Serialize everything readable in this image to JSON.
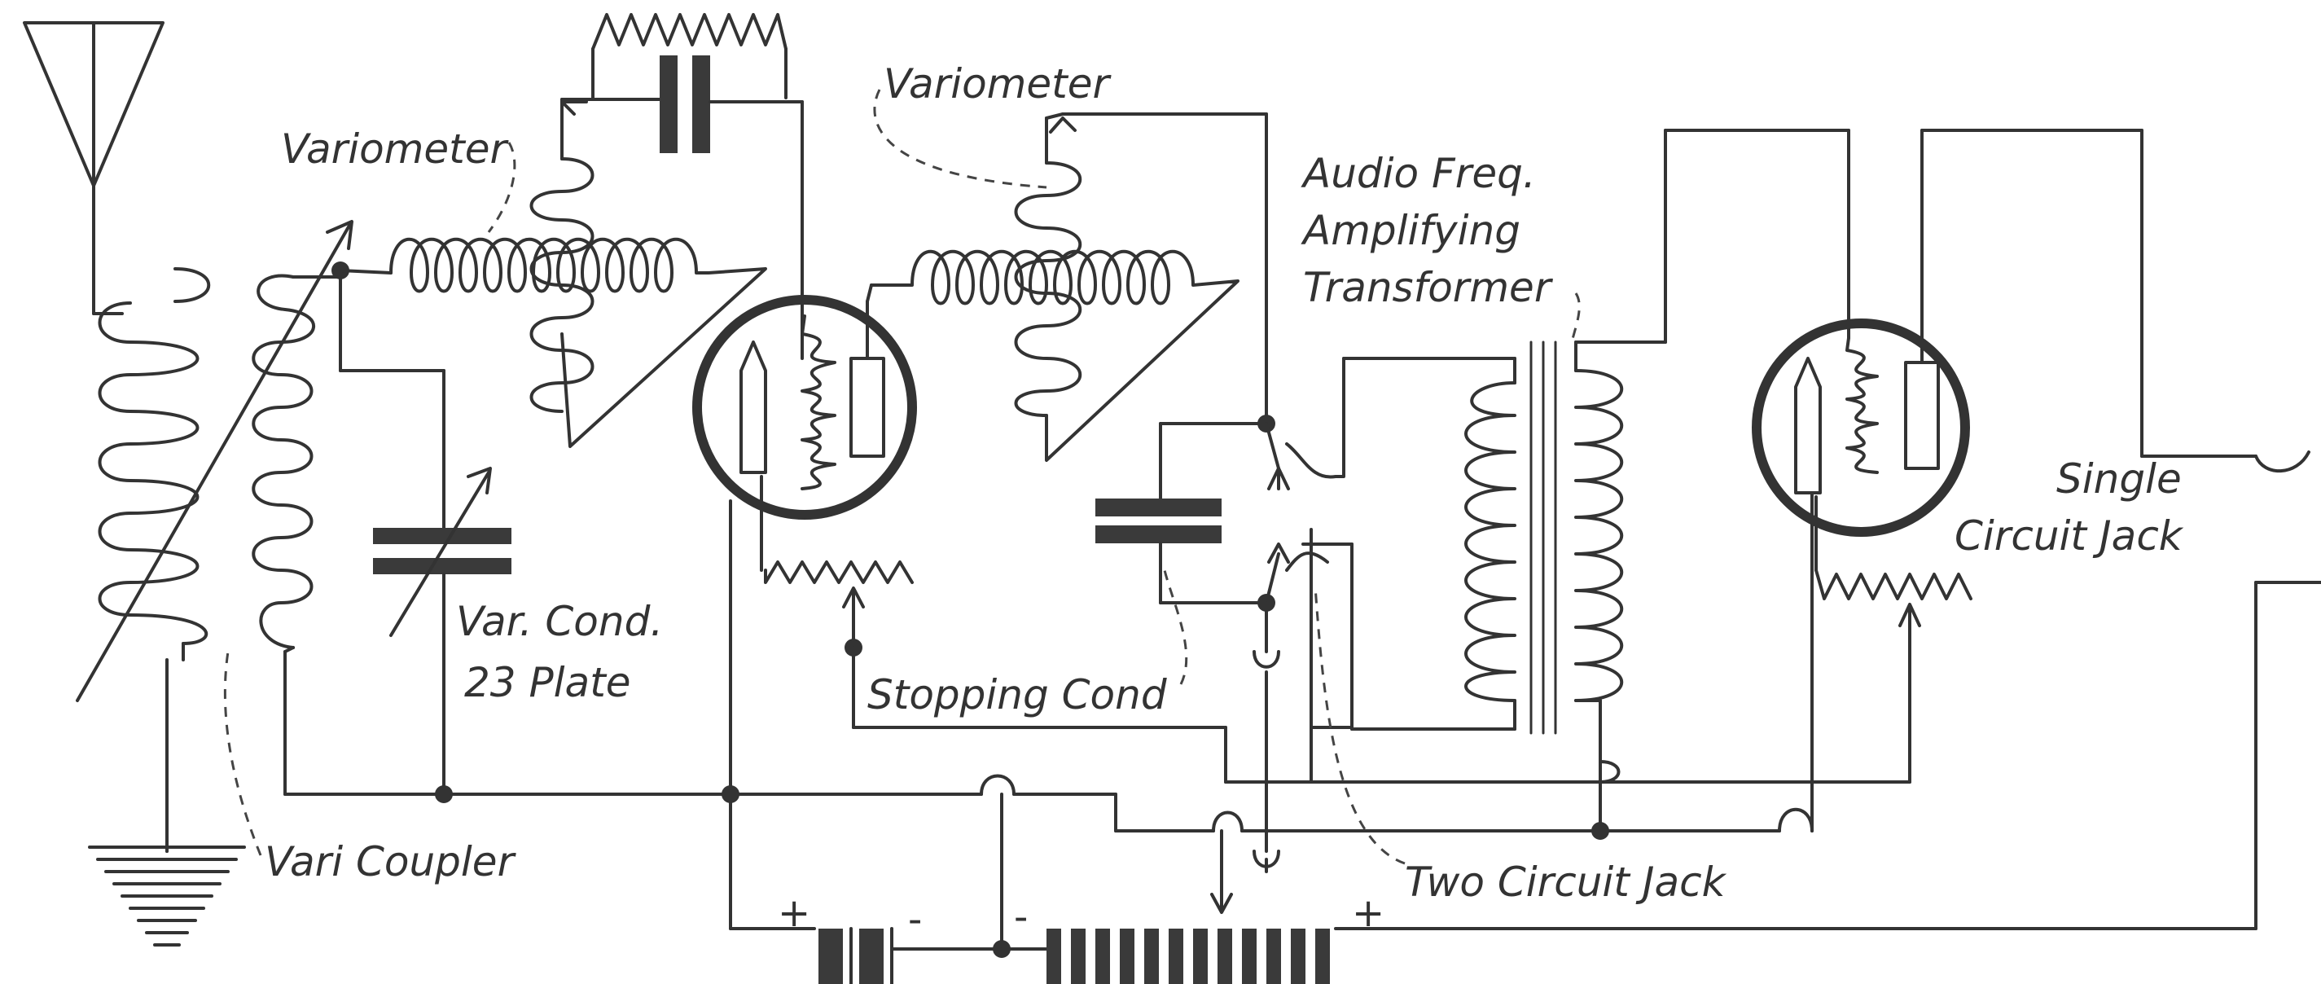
{
  "labels": {
    "variometer_1": "Variometer",
    "variometer_2": "Variometer",
    "audio_line1": "Audio Freq.",
    "audio_line2": "Amplifying",
    "audio_line3": "Transformer",
    "var_cond_line1": "Var. Cond.",
    "var_cond_line2": "23 Plate",
    "stopping_cond": "Stopping Cond",
    "single_jack_line1": "Single",
    "single_jack_line2": "Circuit Jack",
    "two_circuit_jack": "Two Circuit Jack",
    "vari_coupler": "Vari Coupler"
  },
  "battery_signs": {
    "a_plus": "+",
    "a_minus": "-",
    "b_minus": "-",
    "b_plus": "+"
  },
  "colors": {
    "ink": "#333333",
    "paper": "#ffffff"
  }
}
